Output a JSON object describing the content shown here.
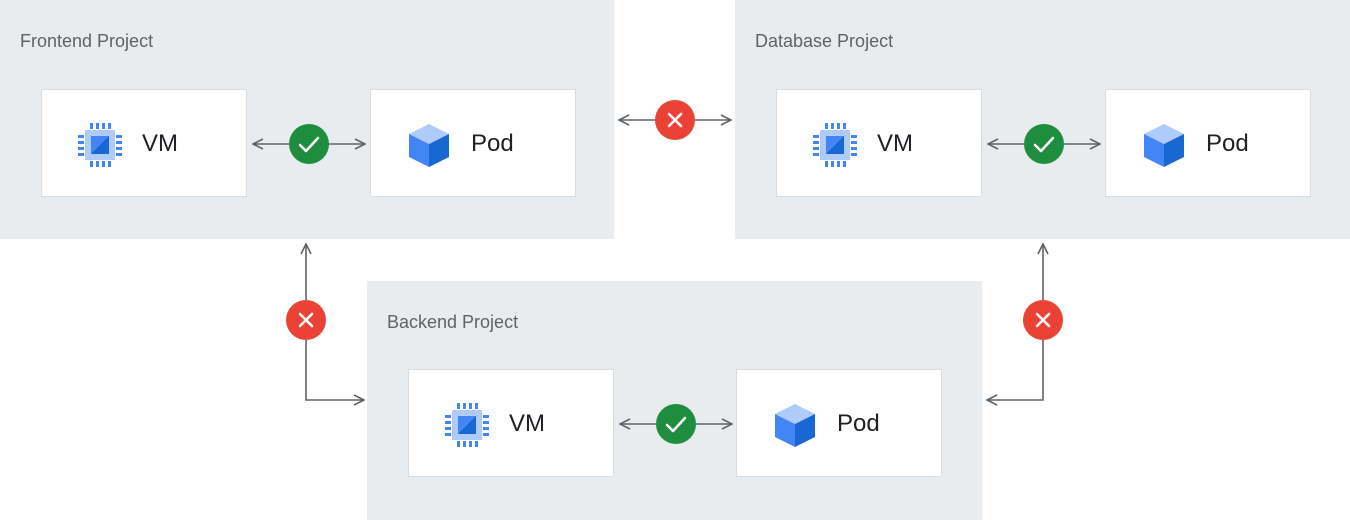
{
  "projects": {
    "frontend": {
      "title": "Frontend Project",
      "vm_label": "VM",
      "pod_label": "Pod"
    },
    "database": {
      "title": "Database Project",
      "vm_label": "VM",
      "pod_label": "Pod"
    },
    "backend": {
      "title": "Backend Project",
      "vm_label": "VM",
      "pod_label": "Pod"
    }
  },
  "connections": [
    {
      "from": "frontend-vm",
      "to": "frontend-pod",
      "status": "allowed"
    },
    {
      "from": "database-vm",
      "to": "database-pod",
      "status": "allowed"
    },
    {
      "from": "backend-vm",
      "to": "backend-pod",
      "status": "allowed"
    },
    {
      "from": "frontend",
      "to": "database",
      "status": "blocked"
    },
    {
      "from": "frontend",
      "to": "backend",
      "status": "blocked"
    },
    {
      "from": "database",
      "to": "backend",
      "status": "blocked"
    }
  ],
  "colors": {
    "allowed": "#1e8e3e",
    "blocked": "#ea4335",
    "project_bg": "#e9ecef",
    "icon_blue": "#4285f4",
    "arrow": "#5f6368"
  },
  "icons": {
    "vm": "compute-engine-chip-icon",
    "pod": "kubernetes-pod-cube-icon"
  }
}
